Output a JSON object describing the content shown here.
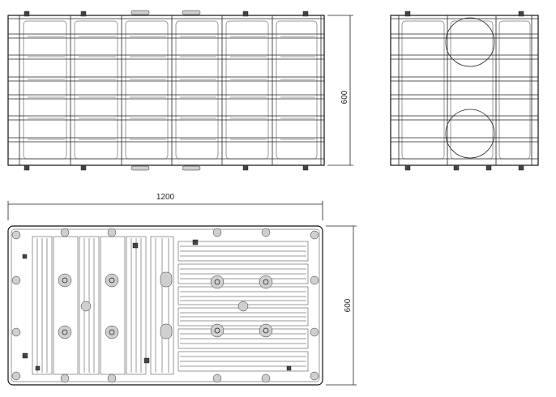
{
  "drawing": {
    "front_view": {
      "height_dim": "600",
      "tag_left_top": "",
      "tag_right_top": ""
    },
    "side_view": {},
    "top_view": {
      "width_dim": "1200",
      "height_dim": "600"
    }
  }
}
